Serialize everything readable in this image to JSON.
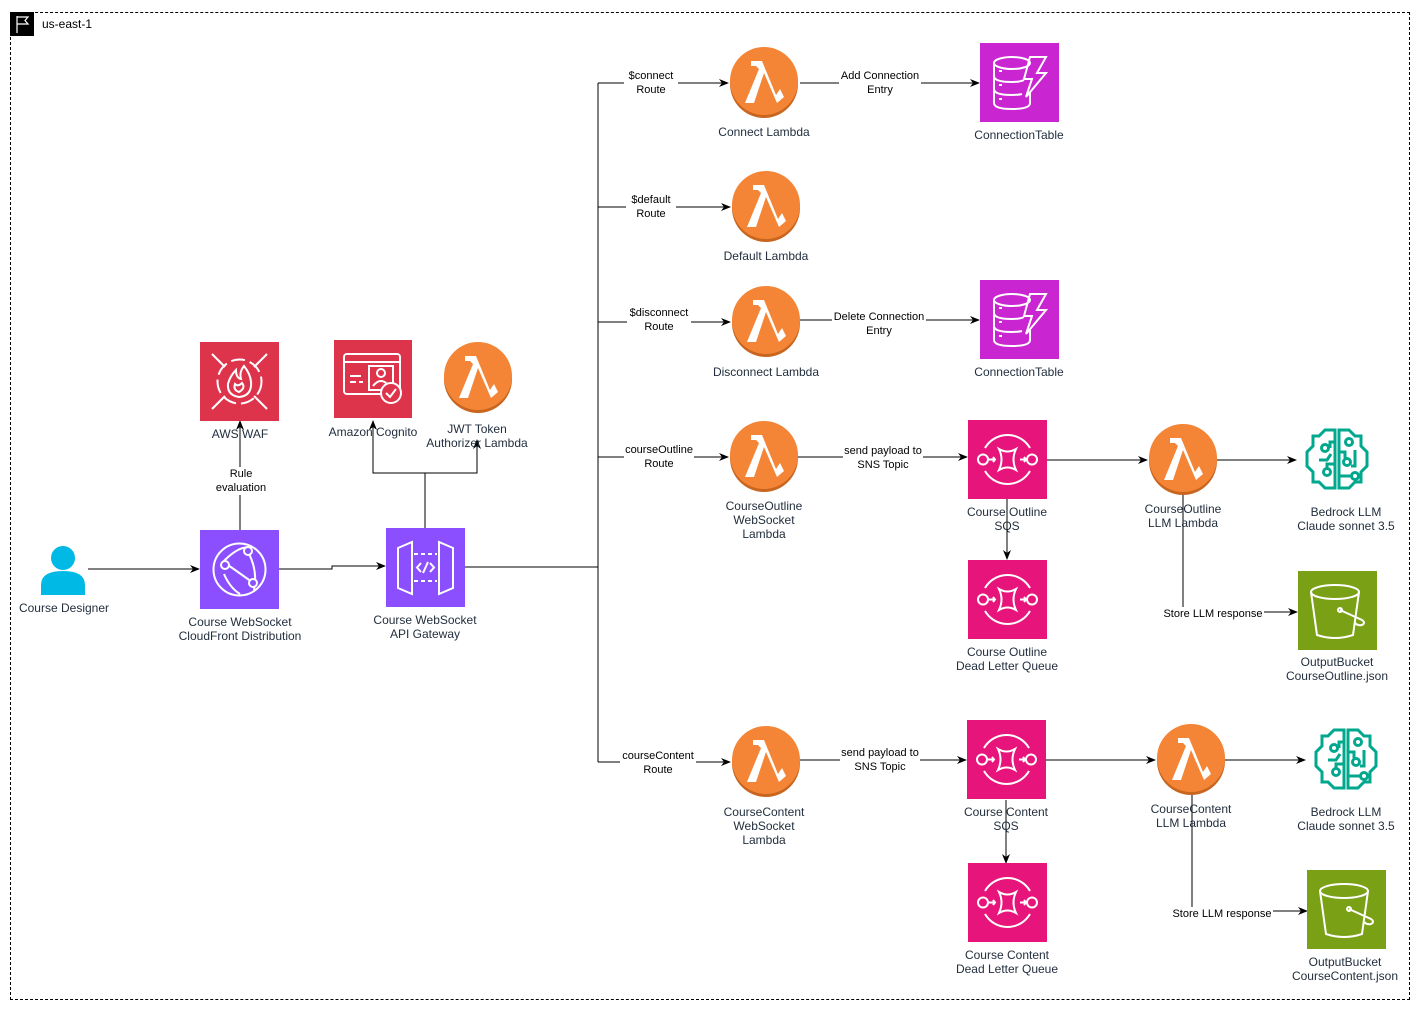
{
  "region": {
    "label": "us-east-1",
    "icon": "flag-icon"
  },
  "colors": {
    "lambda": "#ED7100",
    "lambda_fill": "#F58536",
    "security": "#DD344C",
    "networking": "#8C4FFF",
    "database": "#C925D1",
    "integration": "#E7157B",
    "ml": "#01A88D",
    "storage": "#7AA116",
    "user": "#00B9E5"
  },
  "nodes": {
    "course_designer": {
      "label": "Course Designer",
      "icon": "user-icon"
    },
    "cloudfront": {
      "label": "Course WebSocket\nCloudFront Distribution",
      "icon": "cloudfront-icon"
    },
    "waf": {
      "label": "AWS WAF",
      "icon": "waf-icon"
    },
    "api_gateway": {
      "label": "Course WebSocket\nAPI Gateway",
      "icon": "api-gateway-icon"
    },
    "cognito": {
      "label": "Amazon Cognito",
      "icon": "cognito-icon"
    },
    "jwt_lambda": {
      "label": "JWT Token\nAuthorizer Lambda",
      "icon": "lambda-icon"
    },
    "connect_lambda": {
      "label": "Connect Lambda",
      "icon": "lambda-icon"
    },
    "default_lambda": {
      "label": "Default Lambda",
      "icon": "lambda-icon"
    },
    "disconnect_lambda": {
      "label": "Disconnect Lambda",
      "icon": "lambda-icon"
    },
    "connection_table_1": {
      "label": "ConnectionTable",
      "icon": "dynamodb-icon"
    },
    "connection_table_2": {
      "label": "ConnectionTable",
      "icon": "dynamodb-icon"
    },
    "outline_ws_lambda": {
      "label": "CourseOutline\nWebSocket\nLambda",
      "icon": "lambda-icon"
    },
    "outline_sqs": {
      "label": "Course Outline\nSQS",
      "icon": "sqs-icon"
    },
    "outline_dlq": {
      "label": "Course Outline\nDead Letter Queue",
      "icon": "sqs-icon"
    },
    "outline_llm_lambda": {
      "label": "CourseOutline\nLLM Lambda",
      "icon": "lambda-icon"
    },
    "outline_bedrock": {
      "label": "Bedrock LLM\nClaude sonnet 3.5",
      "icon": "bedrock-icon"
    },
    "outline_bucket": {
      "label": "OutputBucket\nCourseOutline.json",
      "icon": "s3-bucket-icon"
    },
    "content_ws_lambda": {
      "label": "CourseContent\nWebSocket\nLambda",
      "icon": "lambda-icon"
    },
    "content_sqs": {
      "label": "Course Content\nSQS",
      "icon": "sqs-icon"
    },
    "content_dlq": {
      "label": "Course Content\nDead Letter Queue",
      "icon": "sqs-icon"
    },
    "content_llm_lambda": {
      "label": "CourseContent\nLLM Lambda",
      "icon": "lambda-icon"
    },
    "content_bedrock": {
      "label": "Bedrock LLM\nClaude sonnet 3.5",
      "icon": "bedrock-icon"
    },
    "content_bucket": {
      "label": "OutputBucket\nCourseContent.json",
      "icon": "s3-bucket-icon"
    }
  },
  "edges": {
    "rule_evaluation": "Rule\nevaluation",
    "connect_route": "$connect\nRoute",
    "default_route": "$default\nRoute",
    "disconnect_route": "$disconnect\nRoute",
    "outline_route": "courseOutline\nRoute",
    "content_route": "courseContent\nRoute",
    "add_connection": "Add Connection\nEntry",
    "delete_connection": "Delete Connection\nEntry",
    "outline_send": "send payload to\nSNS Topic",
    "content_send": "send payload to\nSNS Topic",
    "outline_store": "Store LLM response",
    "content_store": "Store LLM response"
  }
}
